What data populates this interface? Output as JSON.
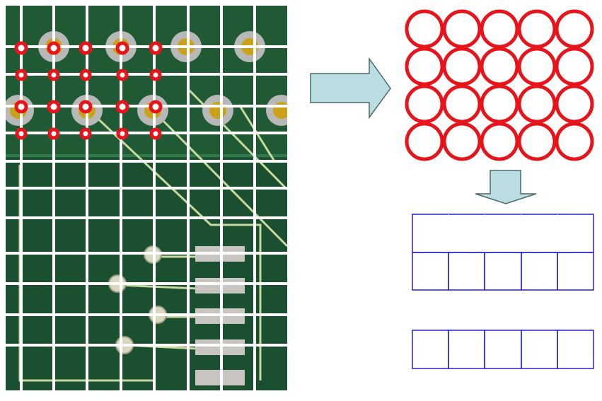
{
  "colors": {
    "board_green": "#1f5a34",
    "board_dark": "#15462a",
    "grid_line": "#ffffff",
    "probe_red": "#e8141c",
    "arrow_fill": "#b9dde0",
    "arrow_stroke": "#4a6a6c",
    "table_line": "#2222cc",
    "trace": "#c8d8a0",
    "pad_gold": "#c9a21a",
    "pad_silver": "#c8c4c0"
  },
  "grid": {
    "columns": 9,
    "rows": 12
  },
  "probe_points": {
    "rows": 4,
    "columns": 5
  },
  "circle_array": {
    "rows": 4,
    "columns": 5
  },
  "table_top": {
    "rows": 2,
    "columns": 5,
    "merged_first_row": true
  },
  "table_bottom": {
    "rows": 1,
    "columns": 5
  }
}
